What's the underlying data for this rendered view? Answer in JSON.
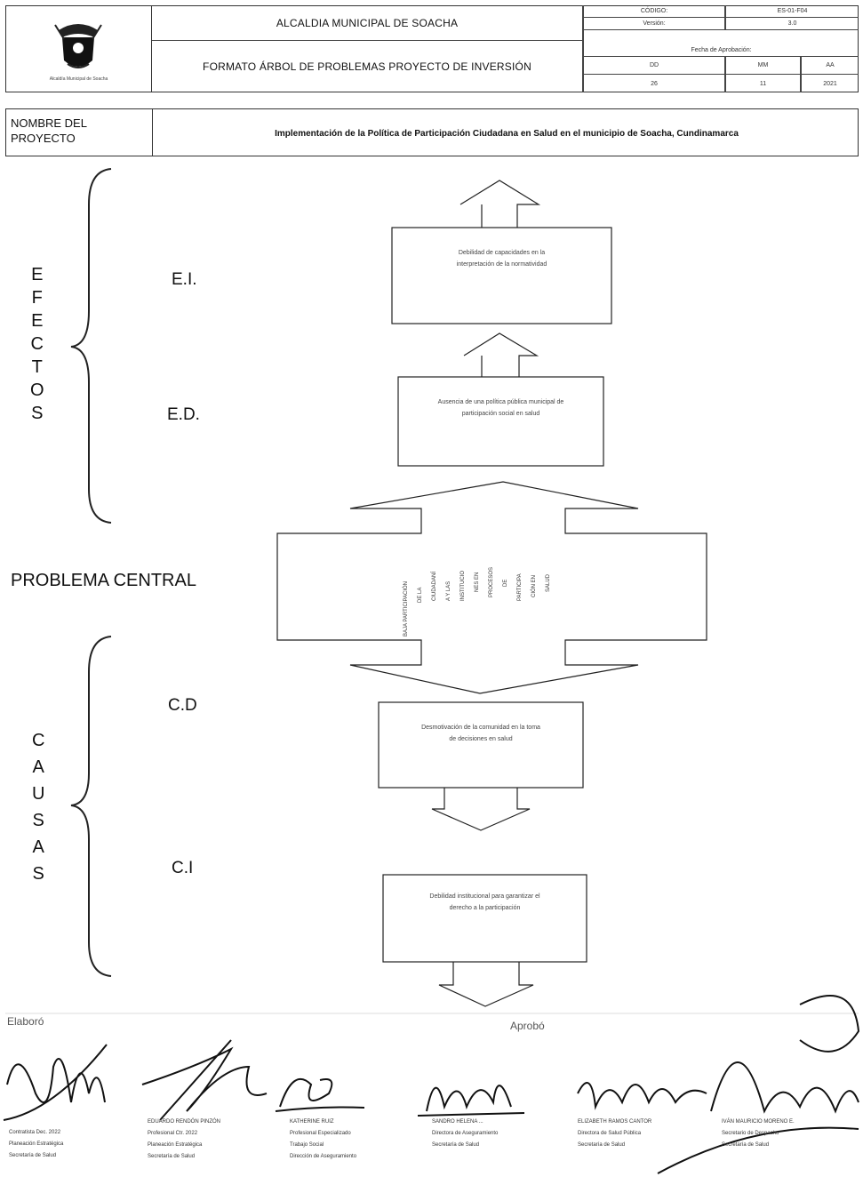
{
  "header": {
    "logo_caption": "Alcaldía Municipal de Soacha",
    "org_name": "ALCALDIA MUNICIPAL DE SOACHA",
    "form_title": "FORMATO ÁRBOL DE PROBLEMAS PROYECTO DE INVERSIÓN",
    "code_label": "CÓDIGO:",
    "code_value": "ES-01-F04",
    "version_label": "Versión:",
    "version_value": "3.0",
    "approval_label": "Fecha de Aprobación:",
    "dd_label": "DD",
    "mm_label": "MM",
    "aa_label": "AA",
    "dd_value": "26",
    "mm_value": "11",
    "aa_value": "2021"
  },
  "project": {
    "label_line1": "NOMBRE DEL",
    "label_line2": "PROYECTO",
    "name": "Implementación de la Política de Participación Ciudadana en Salud en el municipio de Soacha, Cundinamarca"
  },
  "tree": {
    "effects_letters": [
      "E",
      "F",
      "E",
      "C",
      "T",
      "O",
      "S"
    ],
    "causes_letters": [
      "C",
      "A",
      "U",
      "S",
      "A",
      "S"
    ],
    "ei_label": "E.I.",
    "ed_label": "E.D.",
    "central_label": "PROBLEMA CENTRAL",
    "cd_label": "C.D",
    "ci_label": "C.I",
    "ei_text_1": "Debilidad de capacidades en la",
    "ei_text_2": "interpretación de la normatividad",
    "ed_text_1": "Ausencia de una política pública municipal de",
    "ed_text_2": "participación social en salud",
    "central_cols": [
      "BAJA PARTICIPACIÓN",
      "DE LA",
      "CIUDADANÍ",
      "A Y LAS",
      "INSTITUCIO",
      "NES EN",
      "PROCESOS",
      "DE",
      "PARTICIPA",
      "CIÓN EN",
      "SALUD"
    ],
    "cd_text_1": "Desmotivación de la comunidad en la toma",
    "cd_text_2": "de decisiones en salud",
    "ci_text_1": "Debilidad institucional para garantizar el",
    "ci_text_2": "derecho a la participación"
  },
  "footer": {
    "elaboro": "Elaboró",
    "aprobo": "Aprobó",
    "signers": [
      {
        "line1": "Contratista Dec. 2022",
        "line2": "Planeación Estratégica",
        "line3": "Secretaría de Salud"
      },
      {
        "line1": "EDUARDO RENDÓN PINZÓN",
        "line2": "Profesional Ctr. 2022",
        "line3": "Planeación Estratégica",
        "line4": "Secretaría de Salud"
      },
      {
        "line1": "KATHERINE RUIZ",
        "line2": "Profesional Especializado",
        "line3": "Trabajo Social",
        "line4": "Dirección de Aseguramiento"
      },
      {
        "line1": "SANDRO HELENA ...",
        "line2": "Directora de Aseguramiento",
        "line3": "Secretaría de Salud"
      },
      {
        "line1": "ELIZABETH RAMOS CANTOR",
        "line2": "Directora de Salud Pública",
        "line3": "Secretaría de Salud"
      },
      {
        "line1": "IVÁN MAURICIO MORENO E.",
        "line2": "Secretario de Despacho",
        "line3": "Secretaría de Salud"
      }
    ]
  }
}
